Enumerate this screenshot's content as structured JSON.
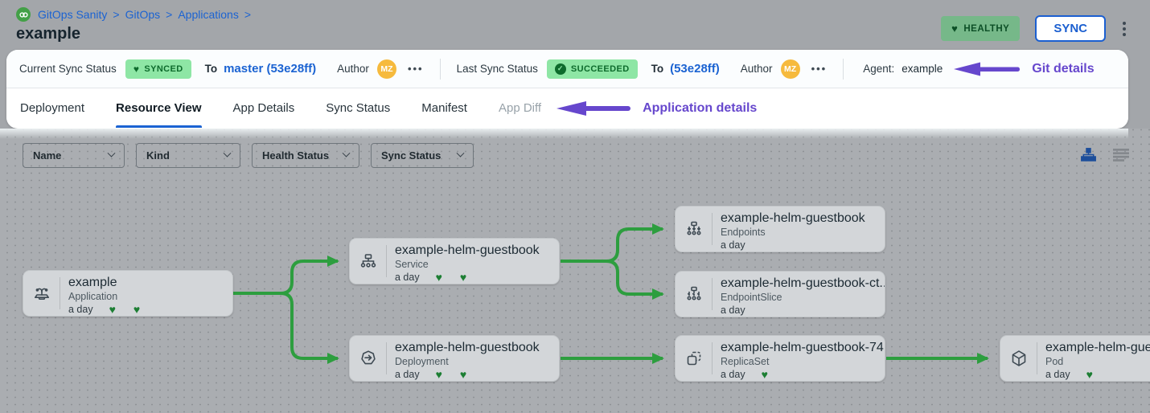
{
  "colors": {
    "accent_blue": "#1b63d2",
    "annotation_purple": "#6647cd",
    "edge_green": "#2d9e3f",
    "badge_green_bg": "#8ee6a5",
    "badge_green_text": "#0d6b2c",
    "healthy_bg": "#76b889",
    "healthy_text": "#0c4f26",
    "avatar_bg": "#f6ba3d",
    "heart_green": "#1c7e33"
  },
  "breadcrumb": {
    "logo_icon": "gitops-logo-icon",
    "items": [
      {
        "label": "GitOps Sanity"
      },
      {
        "label": "GitOps"
      },
      {
        "label": "Applications"
      }
    ],
    "separator": ">"
  },
  "header": {
    "title": "example",
    "health_badge": {
      "icon": "heart-icon",
      "label": "HEALTHY"
    },
    "sync_button": "SYNC",
    "more_menu_icon": "kebab-menu-icon"
  },
  "status_bar": {
    "current": {
      "label": "Current Sync Status",
      "badge": {
        "icon": "heart-icon",
        "label": "SYNCED"
      },
      "to": "To",
      "revision": "master (53e28ff)",
      "author_label": "Author",
      "avatar": "MZ",
      "more": "•••"
    },
    "last": {
      "label": "Last Sync Status",
      "badge": {
        "icon": "check-icon",
        "label": "SUCCEEDED"
      },
      "to": "To",
      "revision": "(53e28ff)",
      "author_label": "Author",
      "avatar": "MZ",
      "more": "•••"
    },
    "agent": {
      "label": "Agent:",
      "value": "example"
    },
    "annotation": {
      "arrow_icon": "arrow-left-icon",
      "label": "Git details"
    }
  },
  "tabs": {
    "items": [
      {
        "label": "Deployment",
        "state": "normal"
      },
      {
        "label": "Resource View",
        "state": "active"
      },
      {
        "label": "App Details",
        "state": "normal"
      },
      {
        "label": "Sync Status",
        "state": "normal"
      },
      {
        "label": "Manifest",
        "state": "normal"
      },
      {
        "label": "App Diff",
        "state": "disabled"
      }
    ],
    "annotation": {
      "arrow_icon": "arrow-left-icon",
      "label": "Application details"
    }
  },
  "filters": {
    "dropdowns": [
      {
        "label": "Name"
      },
      {
        "label": "Kind"
      },
      {
        "label": "Health Status"
      },
      {
        "label": "Sync Status"
      }
    ],
    "chevron_icon": "chevron-down-icon"
  },
  "view_toggle": {
    "tree_icon": "tree-view-icon",
    "list_icon": "list-view-icon",
    "active": "tree"
  },
  "graph": {
    "nodes": [
      {
        "icon": "application-icon",
        "title": "example",
        "kind": "Application",
        "age": "a day",
        "hearts": [
          "♥",
          "♥"
        ]
      },
      {
        "icon": "service-icon",
        "title": "example-helm-guestbook",
        "kind": "Service",
        "age": "a day",
        "hearts": [
          "♥",
          "♥"
        ]
      },
      {
        "icon": "deployment-icon",
        "title": "example-helm-guestbook",
        "kind": "Deployment",
        "age": "a day",
        "hearts": [
          "♥",
          "♥"
        ]
      },
      {
        "icon": "endpoints-icon",
        "title": "example-helm-guestbook",
        "kind": "Endpoints",
        "age": "a day",
        "hearts": []
      },
      {
        "icon": "endpointslice-icon",
        "title": "example-helm-guestbook-ct...",
        "kind": "EndpointSlice",
        "age": "a day",
        "hearts": []
      },
      {
        "icon": "replicaset-icon",
        "title": "example-helm-guestbook-74...",
        "kind": "ReplicaSet",
        "age": "a day",
        "hearts": [
          "♥"
        ]
      },
      {
        "icon": "pod-icon",
        "title": "example-helm-guest",
        "kind": "Pod",
        "age": "a day",
        "hearts": [
          "♥"
        ]
      }
    ]
  }
}
